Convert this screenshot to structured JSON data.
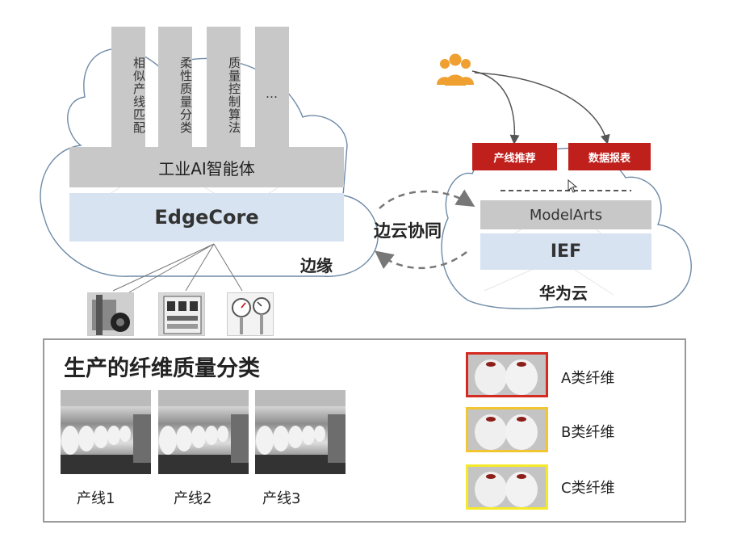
{
  "edge": {
    "pillars": [
      "相似产线匹配",
      "柔性质量分类",
      "质量控制算法",
      "…"
    ],
    "agent_label": "工业AI智能体",
    "edgecore_label": "EdgeCore",
    "region_label": "边缘"
  },
  "sync_label": "边云协同",
  "cloud": {
    "buttons": [
      "产线推荐",
      "数据报表"
    ],
    "modelarts_label": "ModelArts",
    "ief_label": "IEF",
    "region_label": "华为云"
  },
  "panel": {
    "title": "生产的纤维质量分类",
    "lines": [
      "产线1",
      "产线2",
      "产线3"
    ],
    "classes": [
      {
        "label": "A类纤维",
        "color": "#d42a22"
      },
      {
        "label": "B类纤维",
        "color": "#f2c533"
      },
      {
        "label": "C类纤维",
        "color": "#f5ea2a"
      }
    ]
  },
  "colors": {
    "gray_block": "#c8c8c8",
    "light_blue_block": "#d7e3f1",
    "red_button": "#c0201c",
    "user_icon": "#f0a030",
    "arrow": "#a5afc2"
  }
}
